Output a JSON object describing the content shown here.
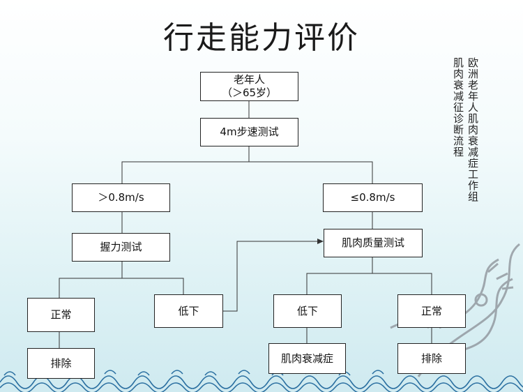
{
  "title": "行走能力评价",
  "side_note": {
    "col1": "欧洲老年人肌肉衰减症工作组",
    "col2": "肌肉衰减征诊断流程"
  },
  "nodes": {
    "elderly_line1": "老年人",
    "elderly_line2": "（＞65岁）",
    "gait_speed_test": "4m步速测试",
    "fast": "＞0.8m/s",
    "slow": "≤0.8m/s",
    "grip_test": "握力测试",
    "muscle_mass_test": "肌肉质量测试",
    "grip_normal": "正常",
    "grip_low": "低下",
    "mass_low": "低下",
    "mass_normal": "正常",
    "exclude_left": "排除",
    "sarcopenia": "肌肉衰减症",
    "exclude_right": "排除"
  },
  "colors": {
    "line": "#333333",
    "wave": "#2a6fa0",
    "dragon": "#8a8f96"
  }
}
